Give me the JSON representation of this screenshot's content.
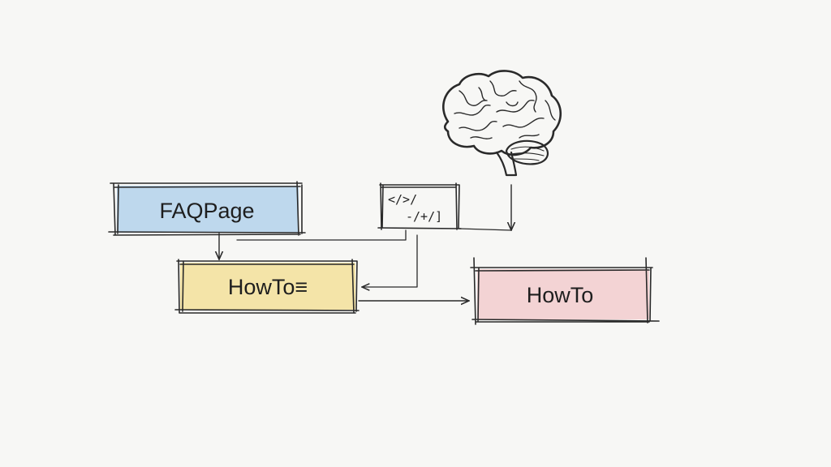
{
  "nodes": {
    "faqpage": {
      "label": "FAQPage",
      "color": "#8fbfe6"
    },
    "howto_left": {
      "label": "HowTo≡",
      "color": "#f1d774"
    },
    "howto_right": {
      "label": "HowTo",
      "color": "#efb0b4"
    },
    "code": {
      "line1": "</>/",
      "line2": "-/+/]"
    }
  },
  "icons": {
    "brain": "brain-icon"
  },
  "colors": {
    "ink": "#2a2a2a",
    "paper": "#f7f7f5"
  }
}
